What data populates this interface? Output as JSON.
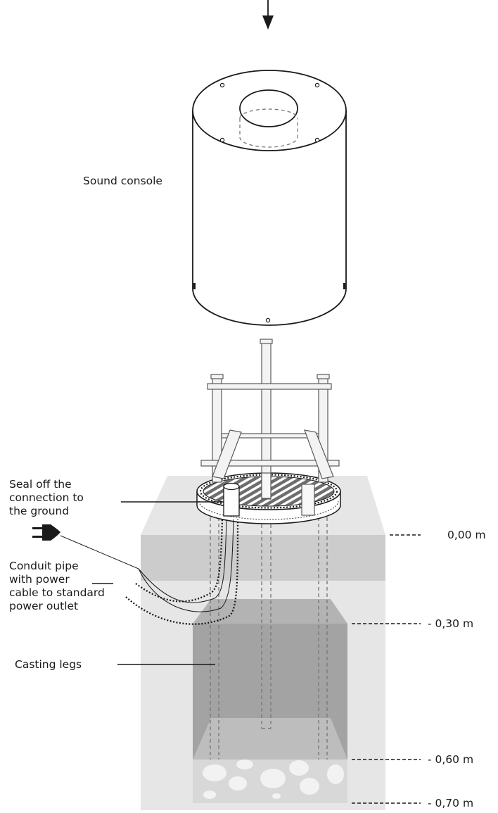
{
  "labels": {
    "sound_console": "Sound console",
    "seal": [
      "Seal off the",
      "connection to",
      "the ground"
    ],
    "conduit": [
      "Conduit pipe",
      "with power",
      "cable to standard",
      "power outlet"
    ],
    "casting_legs": "Casting legs"
  },
  "depths": [
    "0,00 m",
    "- 0,30 m",
    "- 0,60 m",
    "- 0,70 m"
  ],
  "colors": {
    "ground": "#e6e6e6",
    "top_slab": "#cccccc",
    "pit_dark": "#a3a3a3",
    "pit_light": "#bdbdbd",
    "gravel": "#d8d8d8",
    "stone": "#f2f2f2",
    "line": "#1a1a1a"
  },
  "icons": [
    "down-arrow-icon",
    "power-plug-icon"
  ]
}
